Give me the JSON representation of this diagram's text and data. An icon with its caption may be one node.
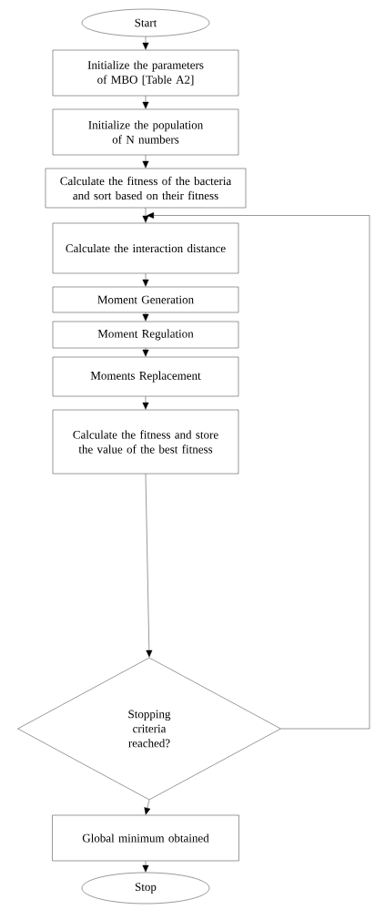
{
  "diagram": {
    "nodes": [
      {
        "text": [
          "Start"
        ]
      },
      {
        "text": [
          "Initialize the parameters of MBO [Table A2]"
        ]
      },
      {
        "text": [
          "Initialize the population of N numbers"
        ]
      },
      {
        "text": [
          "Calculate the fitness of the bacteria and sort based on their fitness"
        ]
      },
      {
        "text": [
          "Calculate the interaction distance"
        ]
      },
      {
        "text": [
          "Moment Generation"
        ]
      },
      {
        "text": [
          "Moment Regulation"
        ]
      },
      {
        "text": [
          "Moments Replacement"
        ]
      },
      {
        "text": [
          "Calculate the fitness and store the value of the best fitness"
        ]
      },
      {
        "text": [
          "Stopping criteria reached?"
        ]
      },
      {
        "text": [
          "Global minimum obtained"
        ]
      },
      {
        "text": [
          "Stop"
        ]
      }
    ],
    "edges": [
      {
        "from": 0,
        "to": 1,
        "arrow": "to"
      },
      {
        "from": 1,
        "to": 2,
        "arrow": "to"
      },
      {
        "from": 2,
        "to": 3,
        "arrow": "to"
      },
      {
        "from": 3,
        "to": 4,
        "arrow": "to"
      },
      {
        "from": 4,
        "to": 5,
        "arrow": "to"
      },
      {
        "from": 5,
        "to": 6,
        "arrow": "to"
      },
      {
        "from": 6,
        "to": 7,
        "arrow": "to"
      },
      {
        "from": 7,
        "to": 8,
        "arrow": "to"
      },
      {
        "from": 8,
        "to": 9,
        "arrow": "to"
      },
      {
        "from": 9,
        "to": 10,
        "arrow": "to"
      },
      {
        "from": 10,
        "to": 11,
        "arrow": "to"
      },
      {
        "from": 9,
        "to": 4,
        "arrow": "to"
      }
    ]
  }
}
